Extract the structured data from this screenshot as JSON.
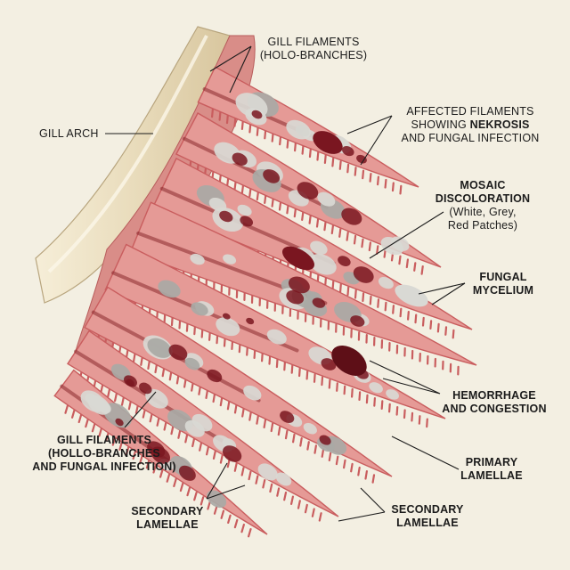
{
  "labels": {
    "gill_arch": "GILL ARCH",
    "gill_filaments_top": [
      "GILL FILAMENTS",
      "(HOLO-BRANCHES)"
    ],
    "affected_filaments": {
      "line1": "AFFECTED FILAMENTS",
      "line2_prefix": "SHOWING ",
      "line2_bold": "NEKROSIS",
      "line3": "AND FUNGAL INFECTION"
    },
    "mosaic": [
      "MOSAIC",
      "DISCOLORATION",
      "(White, Grey,",
      "Red Patches)"
    ],
    "fungal_mycelium": [
      "FUNGAL",
      "MYCELIUM"
    ],
    "hemorrhage": [
      "HEMORRHAGE",
      "AND CONGESTION"
    ],
    "primary_lamellae": [
      "PRIMARY",
      "LAMELLAE"
    ],
    "gill_filaments_bottom": [
      "GILL FILAMENTS",
      "(HOLLO-BRANCHES",
      "AND FUNGAL INFECTION)"
    ],
    "secondary_left": [
      "SECONDARY",
      "LAMELLAE"
    ],
    "secondary_right": [
      "SECONDARY",
      "LAMELLAE"
    ]
  },
  "colors": {
    "background": "#f3efe2",
    "tissue": "#e59a96",
    "tissue_dark": "#c95d5e",
    "necrosis": "#7a1620",
    "mycelium": "#d9d9d4",
    "mycelium_shade": "#a9a9a5",
    "arch": "#efe3c6",
    "ink": "#1b1b1b"
  }
}
